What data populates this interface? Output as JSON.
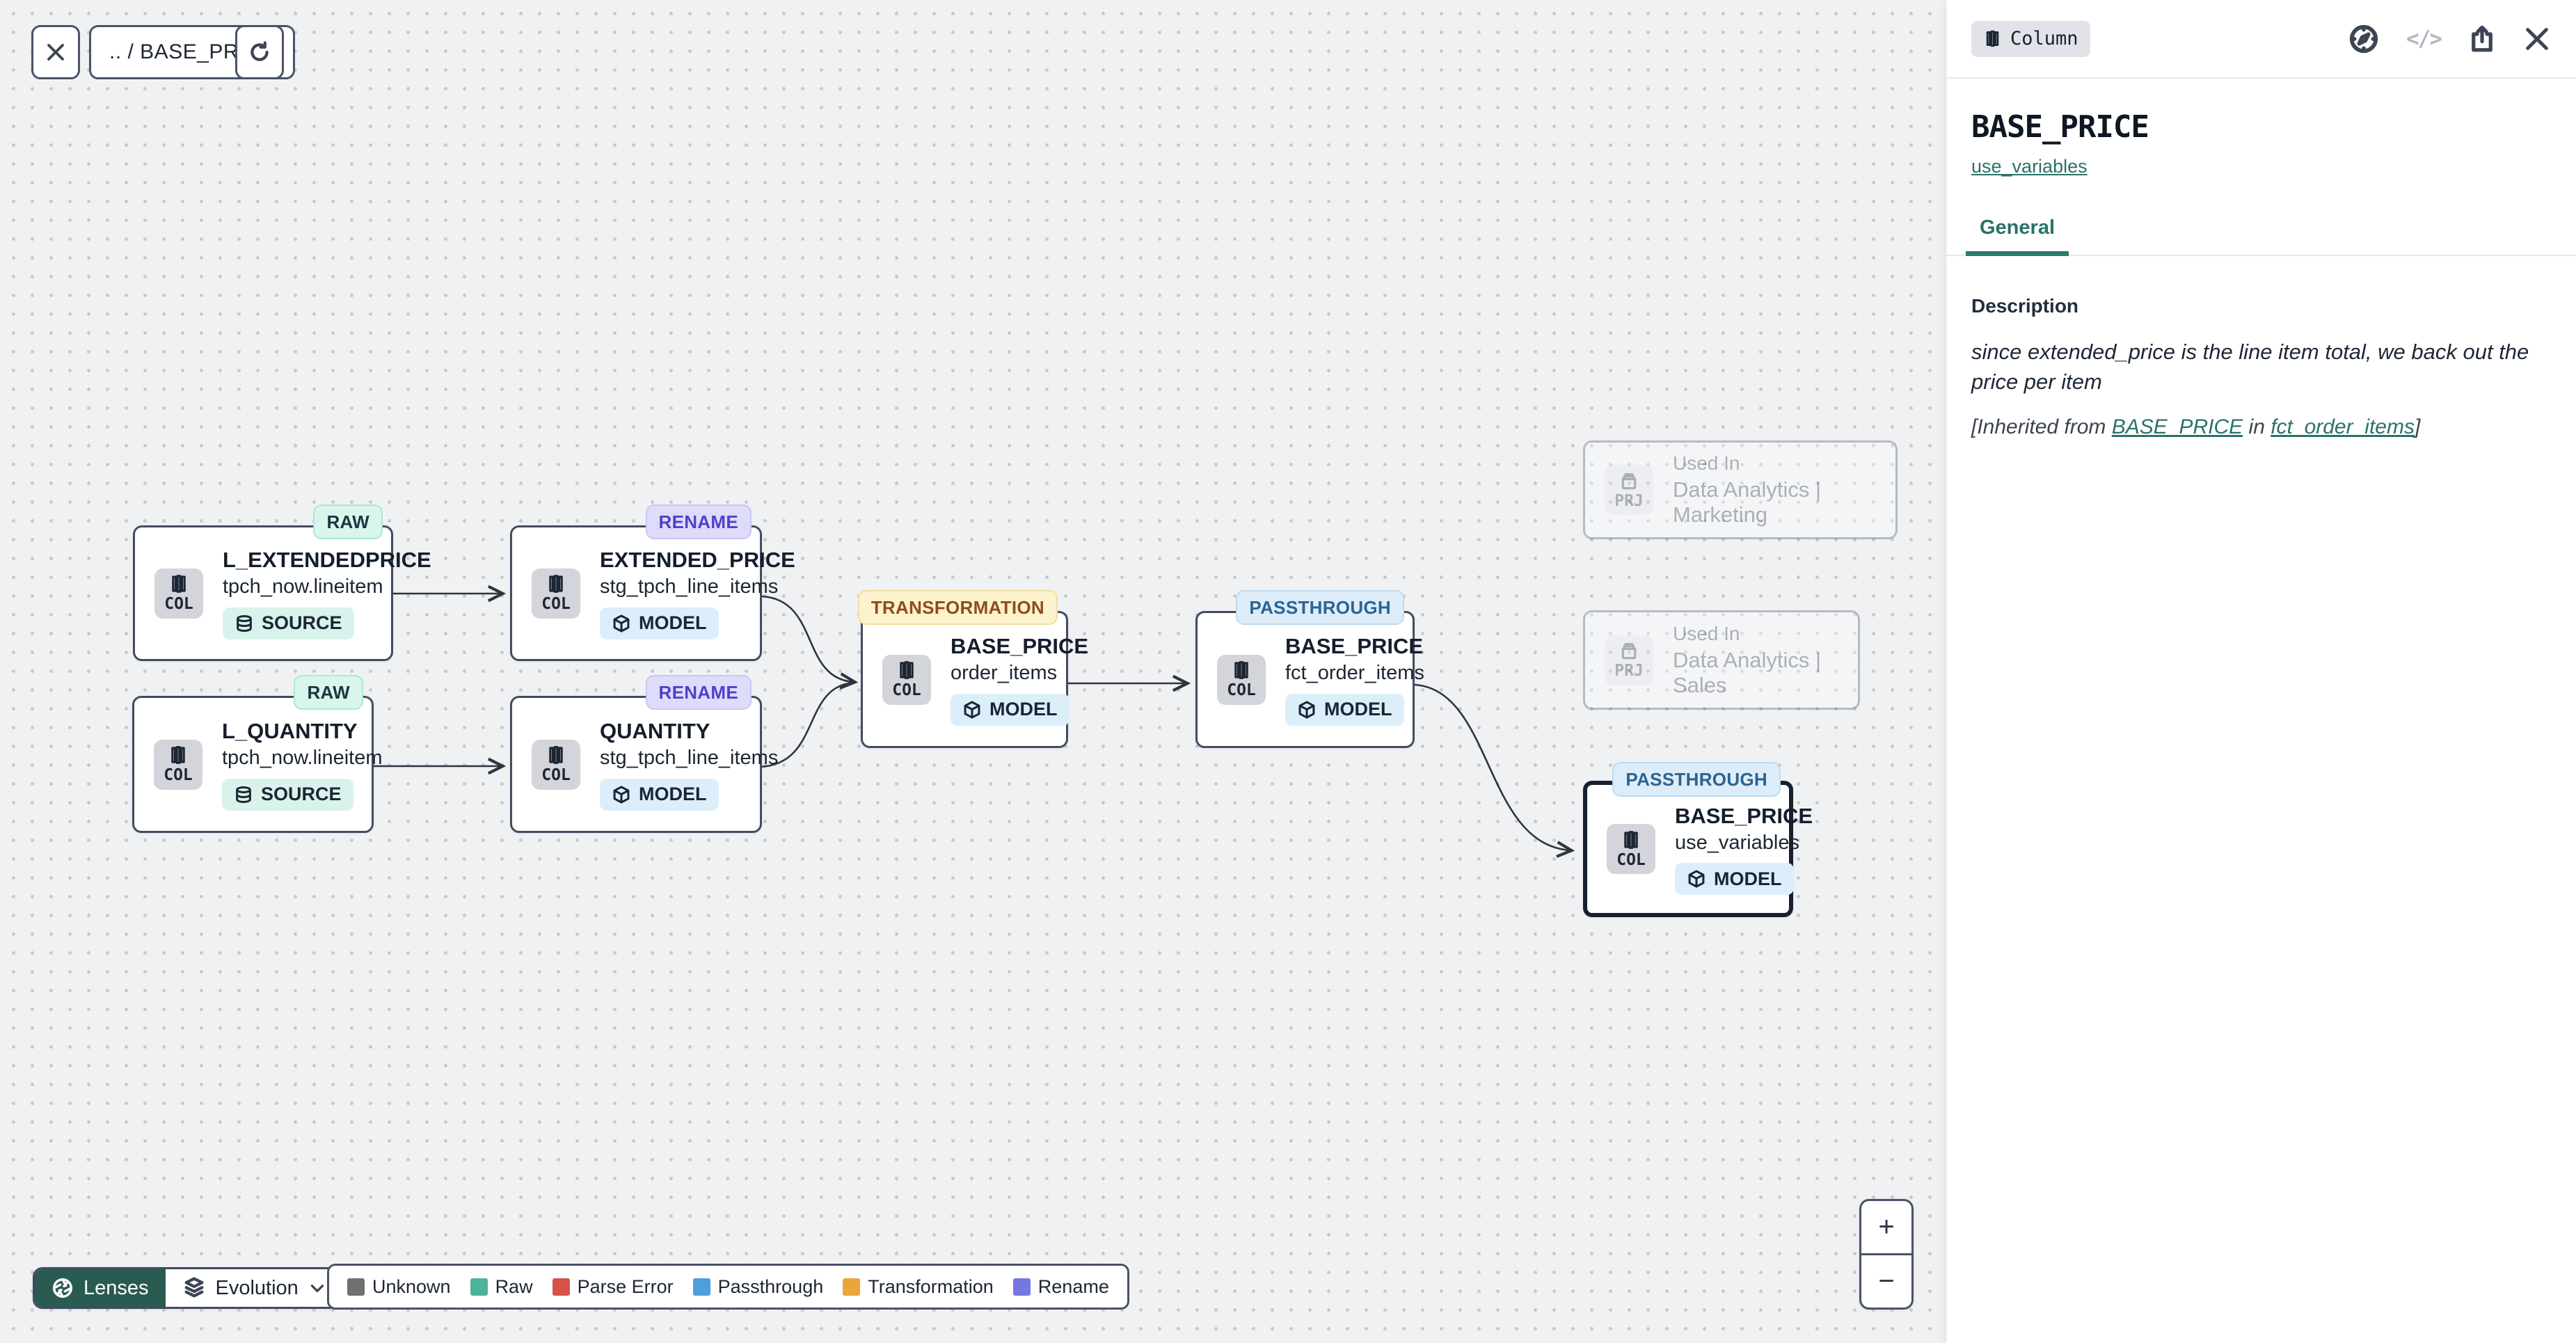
{
  "palette": {
    "accent_teal": "#2d7a6e",
    "canvas_bg": "#f0f1f3",
    "node_border": "#414c61",
    "selected_border": "#18202f",
    "badge_raw_bg": "#d9f6ec",
    "badge_rename_bg": "#dedcfa",
    "badge_rename_text": "#4d42cc",
    "badge_transformation_bg": "#fcf3cd",
    "badge_transformation_text": "#8f4c1d",
    "badge_passthrough_bg": "#dcedf9",
    "badge_passthrough_text": "#2c6392",
    "source_badge_bg": "#d9f2ec",
    "model_badge_bg": "#ddeefb",
    "lenses_bg": "#2a5b51"
  },
  "toolbar": {
    "breadcrumb": ".. / BASE_PRICE"
  },
  "graph": {
    "nodes": [
      {
        "title": "L_EXTENDEDPRICE",
        "subtitle": "tpch_now.lineitem",
        "entity": "COL",
        "kind": "SOURCE",
        "badge": "RAW"
      },
      {
        "title": "EXTENDED_PRICE",
        "subtitle": "stg_tpch_line_items",
        "entity": "COL",
        "kind": "MODEL",
        "badge": "RENAME"
      },
      {
        "title": "L_QUANTITY",
        "subtitle": "tpch_now.lineitem",
        "entity": "COL",
        "kind": "SOURCE",
        "badge": "RAW"
      },
      {
        "title": "QUANTITY",
        "subtitle": "stg_tpch_line_items",
        "entity": "COL",
        "kind": "MODEL",
        "badge": "RENAME"
      },
      {
        "title": "BASE_PRICE",
        "subtitle": "order_items",
        "entity": "COL",
        "kind": "MODEL",
        "badge": "TRANSFORMATION"
      },
      {
        "title": "BASE_PRICE",
        "subtitle": "fct_order_items",
        "entity": "COL",
        "kind": "MODEL",
        "badge": "PASSTHROUGH"
      },
      {
        "title": "BASE_PRICE",
        "subtitle": "use_variables",
        "entity": "COL",
        "kind": "MODEL",
        "badge": "PASSTHROUGH"
      }
    ],
    "used_in": [
      {
        "label": "Used In",
        "project": "Data Analytics | Marketing",
        "entity": "PRJ"
      },
      {
        "label": "Used In",
        "project": "Data Analytics | Sales",
        "entity": "PRJ"
      }
    ]
  },
  "legend": {
    "items": [
      {
        "label": "Unknown",
        "color": "#6f7072"
      },
      {
        "label": "Raw",
        "color": "#4cb29c"
      },
      {
        "label": "Parse Error",
        "color": "#d65348"
      },
      {
        "label": "Passthrough",
        "color": "#4e9edb"
      },
      {
        "label": "Transformation",
        "color": "#e9a63b"
      },
      {
        "label": "Rename",
        "color": "#7677e2"
      }
    ]
  },
  "lenses": {
    "button": "Lenses",
    "mode": "Evolution"
  },
  "zoom_controls": {
    "zoom_in": "+",
    "zoom_out": "−"
  },
  "panel": {
    "type_badge": "Column",
    "title": "BASE_PRICE",
    "model_link": "use_variables",
    "tabs": [
      {
        "label": "General"
      }
    ],
    "section_heading": "Description",
    "description": "since extended_price is the line item total, we back out the price per item",
    "inherited": {
      "prefix": "[Inherited from ",
      "link1": "BASE_PRICE",
      "middle": " in ",
      "link2": "fct_order_items",
      "suffix": "]"
    }
  }
}
